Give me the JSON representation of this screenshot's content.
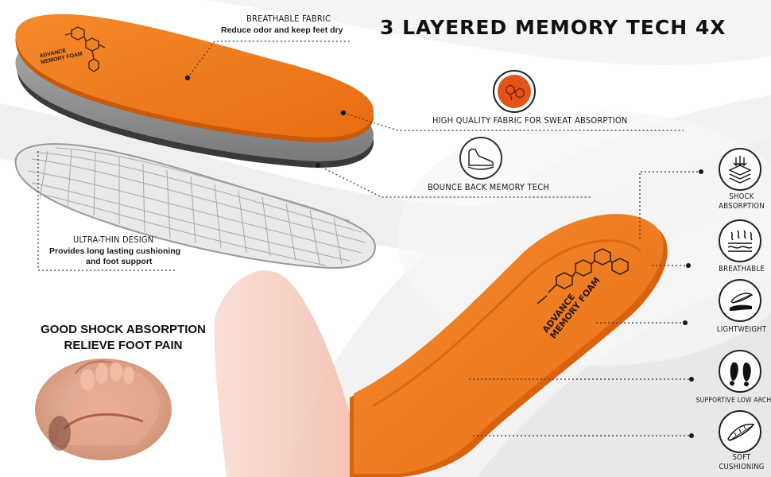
{
  "title": "3 LAYERED MEMORY TECH 4X",
  "insole_brand": {
    "line1": "ADVANCE",
    "line2": "MEMORY FOAM"
  },
  "callouts": {
    "breathable_fabric": {
      "heading": "BREATHABLE FABRIC",
      "text": "Reduce odor and keep feet dry"
    },
    "sweat_absorption": {
      "heading": "HIGH QUALITY FABRIC FOR SWEAT ABSORPTION"
    },
    "bounce_back": {
      "heading": "BOUNCE BACK MEMORY TECH"
    },
    "ultra_thin": {
      "heading": "ULTRA-THIN DESIGN",
      "line1": "Provides long lasting cushioning",
      "line2": "and foot support"
    }
  },
  "shock_claim": {
    "line1": "GOOD SHOCK ABSORPTION",
    "line2": "RELIEVE FOOT PAIN"
  },
  "features": [
    {
      "label_line1": "SHOCK",
      "label_line2": "ABSORPTION",
      "icon": "layers-arrows-icon"
    },
    {
      "label_line1": "BREATHABLE",
      "label_line2": "",
      "icon": "wavy-air-icon"
    },
    {
      "label_line1": "LIGHTWEIGHT",
      "label_line2": "",
      "icon": "feather-hand-icon"
    },
    {
      "label_line1": "SUPPORTIVE LOW ARCH",
      "label_line2": "",
      "icon": "footprints-icon"
    },
    {
      "label_line1": "SOFT",
      "label_line2": "CUSHIONING",
      "icon": "feather-icon"
    }
  ],
  "colors": {
    "orange": "#f07a1e",
    "orange_dark": "#d9620e",
    "gray_foam": "#8e8e8e",
    "mesh_gray": "#cfcfcf",
    "pink_film": "#f6c9bd",
    "ink": "#1a1a1a"
  }
}
